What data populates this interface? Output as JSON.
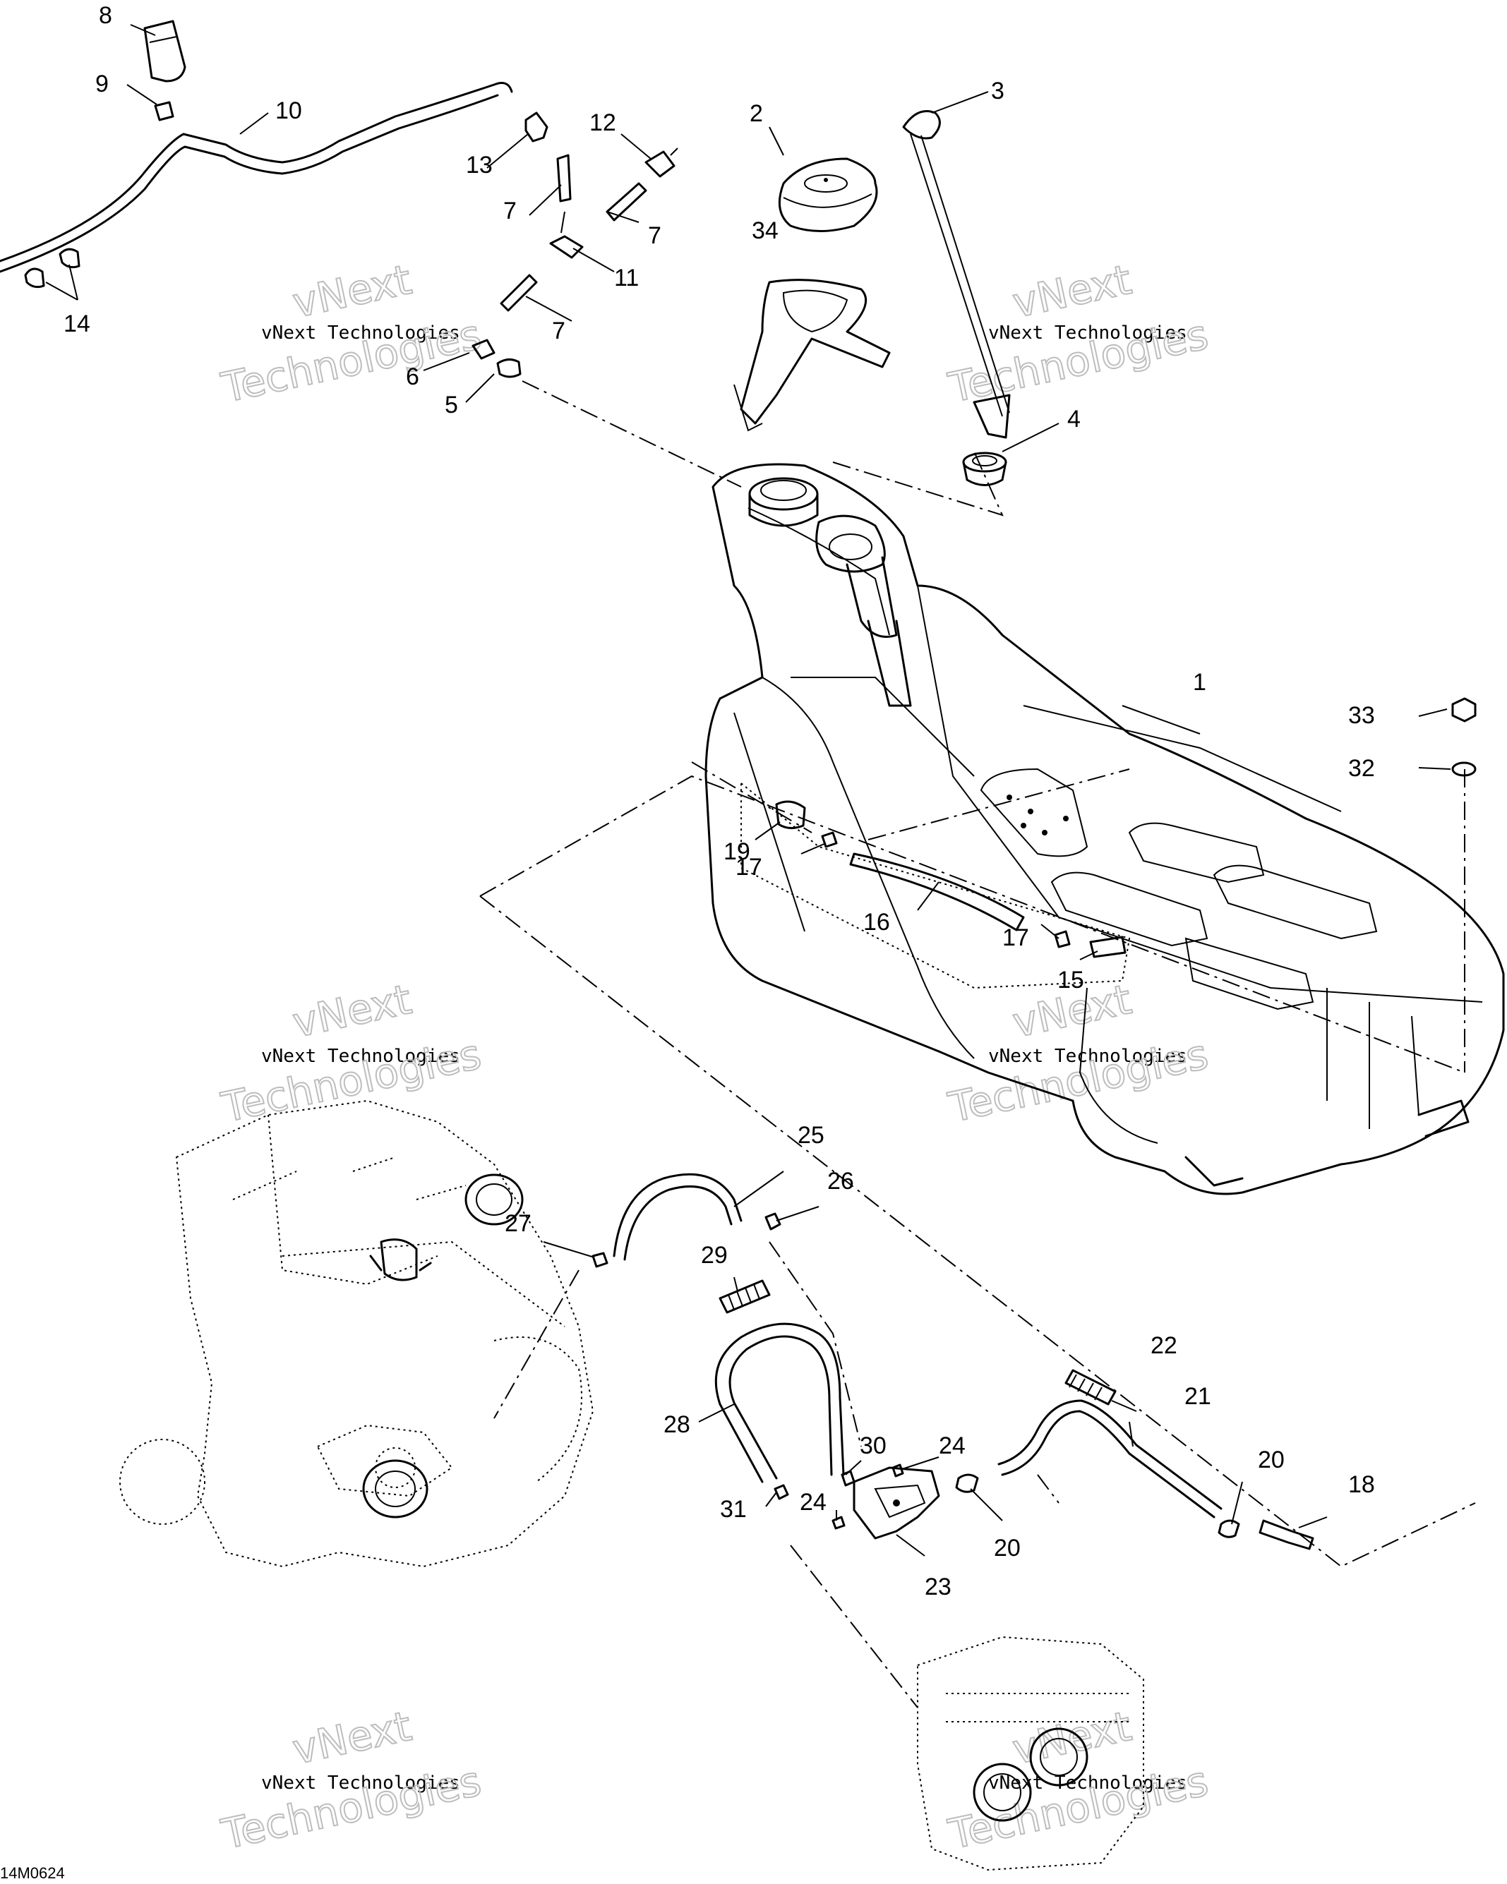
{
  "figure_code": "14M0624",
  "watermark": {
    "line1": "vNext",
    "line2": "vNext Technologies",
    "line3": "Technologies"
  },
  "callouts": [
    {
      "id": "c1",
      "label": "1"
    },
    {
      "id": "c2",
      "label": "2"
    },
    {
      "id": "c3",
      "label": "3"
    },
    {
      "id": "c4",
      "label": "4"
    },
    {
      "id": "c5",
      "label": "5"
    },
    {
      "id": "c6",
      "label": "6"
    },
    {
      "id": "c7a",
      "label": "7"
    },
    {
      "id": "c7b",
      "label": "7"
    },
    {
      "id": "c7c",
      "label": "7"
    },
    {
      "id": "c8",
      "label": "8"
    },
    {
      "id": "c9",
      "label": "9"
    },
    {
      "id": "c10",
      "label": "10"
    },
    {
      "id": "c11",
      "label": "11"
    },
    {
      "id": "c12",
      "label": "12"
    },
    {
      "id": "c13",
      "label": "13"
    },
    {
      "id": "c14",
      "label": "14"
    },
    {
      "id": "c15",
      "label": "15"
    },
    {
      "id": "c16",
      "label": "16"
    },
    {
      "id": "c17a",
      "label": "17"
    },
    {
      "id": "c17b",
      "label": "17"
    },
    {
      "id": "c18",
      "label": "18"
    },
    {
      "id": "c19",
      "label": "19"
    },
    {
      "id": "c20a",
      "label": "20"
    },
    {
      "id": "c20b",
      "label": "20"
    },
    {
      "id": "c21",
      "label": "21"
    },
    {
      "id": "c22",
      "label": "22"
    },
    {
      "id": "c23",
      "label": "23"
    },
    {
      "id": "c24a",
      "label": "24"
    },
    {
      "id": "c24b",
      "label": "24"
    },
    {
      "id": "c25",
      "label": "25"
    },
    {
      "id": "c26",
      "label": "26"
    },
    {
      "id": "c27",
      "label": "27"
    },
    {
      "id": "c28",
      "label": "28"
    },
    {
      "id": "c29",
      "label": "29"
    },
    {
      "id": "c30",
      "label": "30"
    },
    {
      "id": "c31",
      "label": "31"
    },
    {
      "id": "c32",
      "label": "32"
    },
    {
      "id": "c33",
      "label": "33"
    },
    {
      "id": "c34",
      "label": "34"
    }
  ]
}
